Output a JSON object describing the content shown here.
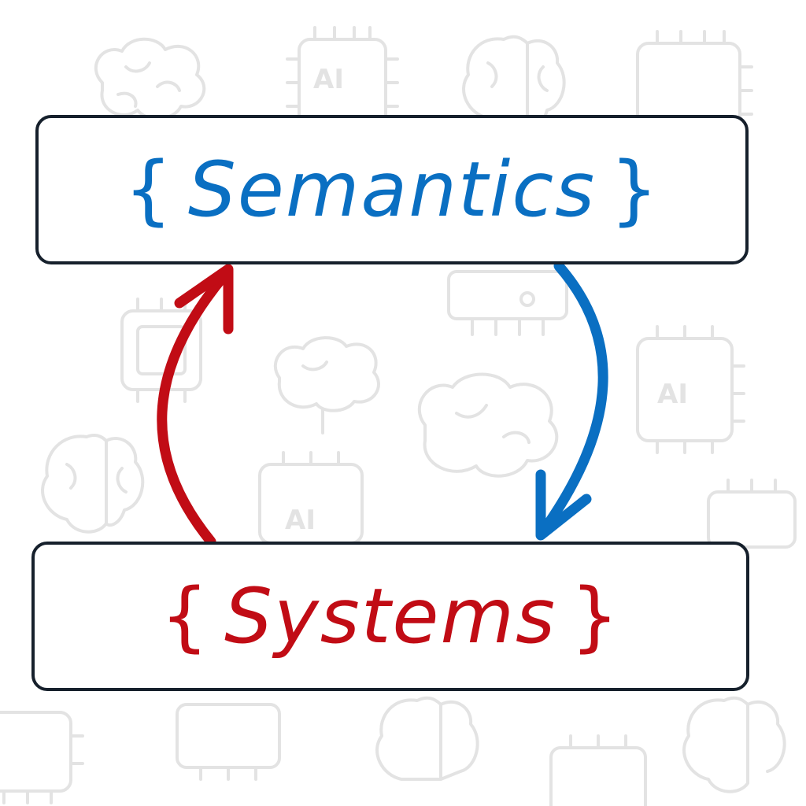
{
  "diagram": {
    "top_box": {
      "open_brace": "{",
      "label": "Semantics",
      "close_brace": "}",
      "color": "#0a6fc2"
    },
    "bottom_box": {
      "open_brace": "{",
      "label": "Systems",
      "close_brace": "}",
      "color": "#c10c15"
    },
    "arrows": [
      {
        "from": "top_box",
        "to": "bottom_box",
        "color": "#0a6fc2"
      },
      {
        "from": "bottom_box",
        "to": "top_box",
        "color": "#c10c15"
      }
    ],
    "background_pattern": {
      "icons": [
        "brain-icon",
        "ai-chip-icon"
      ],
      "chip_label": "AI",
      "color": "#e3e3e3"
    }
  }
}
